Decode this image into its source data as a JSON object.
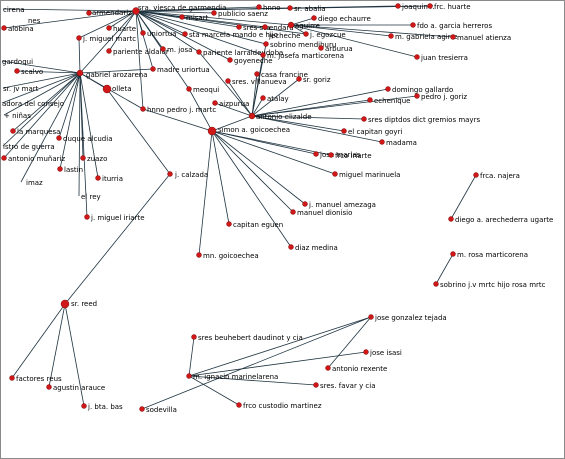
{
  "graph": {
    "node_color": "#d01818",
    "edge_color": "#1f3440",
    "nodes": [
      {
        "id": "armendariz",
        "label": "armendariz"
      },
      {
        "id": "sra_viesca",
        "label": "sra. viesca de garmendia"
      },
      {
        "id": "publicio_saenz",
        "label": "publicio saenz"
      },
      {
        "id": "hnno",
        "label": "hnno"
      },
      {
        "id": "abalia",
        "label": "sr. abalia"
      },
      {
        "id": "joaquin",
        "label": "joaquin r."
      },
      {
        "id": "frc_huarte",
        "label": "frc. huarte"
      },
      {
        "id": "nes",
        "label": "nes"
      },
      {
        "id": "alobina",
        "label": "alobina"
      },
      {
        "id": "cirena",
        "label": "cirena"
      },
      {
        "id": "misart",
        "label": "misart"
      },
      {
        "id": "sres_sta",
        "label": "sres sta"
      },
      {
        "id": "endara",
        "label": "endara"
      },
      {
        "id": "aguirre",
        "label": "aguirre"
      },
      {
        "id": "diego_echaurre",
        "label": "diego echaurre"
      },
      {
        "id": "fdo_garcia",
        "label": "fdo a. garcia herreros"
      },
      {
        "id": "huarte",
        "label": "huarte"
      },
      {
        "id": "j_miguel_martc",
        "label": "j. miguel martc"
      },
      {
        "id": "uniortua",
        "label": "uniortua"
      },
      {
        "id": "marcela",
        "label": "sta marcela mando e hijo"
      },
      {
        "id": "jecheche",
        "label": "jecheche"
      },
      {
        "id": "j_egozcue",
        "label": "j. egozcue"
      },
      {
        "id": "m_gabriela",
        "label": "m. gabriela agirre"
      },
      {
        "id": "manuel_atienza",
        "label": "manuel atienza"
      },
      {
        "id": "pariente_aldalur",
        "label": "pariente aldalur"
      },
      {
        "id": "m_josa",
        "label": "m. josa"
      },
      {
        "id": "pariente_larraldeudoba",
        "label": "pariente larraldeudoba"
      },
      {
        "id": "sobrino_mendiburu",
        "label": "sobrino mendiburu"
      },
      {
        "id": "arburua",
        "label": "arburua"
      },
      {
        "id": "m_josefa",
        "label": "m. josefa marticorena"
      },
      {
        "id": "juan_tresierra",
        "label": "juan tresierra"
      },
      {
        "id": "goyeneche",
        "label": "goyeneche"
      },
      {
        "id": "gardoqui",
        "label": "gardoqui"
      },
      {
        "id": "scalvo",
        "label": "scalvo"
      },
      {
        "id": "gabriel_arozarena",
        "label": "gabriel arozarena"
      },
      {
        "id": "madre_uriortua",
        "label": "madre uriortua"
      },
      {
        "id": "casa_francine",
        "label": "casa francine"
      },
      {
        "id": "sr_goriz",
        "label": "sr. goriz"
      },
      {
        "id": "domingo_gallardo",
        "label": "domingo gallardo"
      },
      {
        "id": "pedro_goriz",
        "label": "pedro j. goriz"
      },
      {
        "id": "sr_jv_mart",
        "label": "sr. jv mart"
      },
      {
        "id": "olleta",
        "label": "olleta"
      },
      {
        "id": "sres_villanueva",
        "label": "sres. villanueva"
      },
      {
        "id": "echenique",
        "label": "echenique"
      },
      {
        "id": "meoqui",
        "label": "meoqui"
      },
      {
        "id": "ador_consejo",
        "label": "adora del consejo"
      },
      {
        "id": "ninas",
        "label": "+ niñas"
      },
      {
        "id": "hnno_pedro",
        "label": "hnno pedro j. martc"
      },
      {
        "id": "aizpurua",
        "label": "aizpurua"
      },
      {
        "id": "atalay",
        "label": "atalay"
      },
      {
        "id": "antonio_elizalde",
        "label": "antonio elizalde"
      },
      {
        "id": "sres_diptdos",
        "label": "sres diptdos dict gremios mayrs"
      },
      {
        "id": "la_marquesa",
        "label": "la marquesa"
      },
      {
        "id": "duque_alcudia",
        "label": "duque alcudia"
      },
      {
        "id": "simon",
        "label": "simon a. goicoechea"
      },
      {
        "id": "el_capitan_goyri",
        "label": "el capitan goyri"
      },
      {
        "id": "stro_guerra",
        "label": "istro de guerra"
      },
      {
        "id": "madama",
        "label": "madama"
      },
      {
        "id": "antonio_munariz",
        "label": "antonio muñariz"
      },
      {
        "id": "zuazo",
        "label": "zuazo"
      },
      {
        "id": "jose_marias",
        "label": "jose marias"
      },
      {
        "id": "frco_iriarte",
        "label": "frco iriarte"
      },
      {
        "id": "lastin",
        "label": "lastin"
      },
      {
        "id": "miguel_marinuela",
        "label": "miguel marinuela"
      },
      {
        "id": "imaz",
        "label": "imaz"
      },
      {
        "id": "iturria",
        "label": "iturria"
      },
      {
        "id": "j_calzada",
        "label": "j. calzada"
      },
      {
        "id": "frca_najera",
        "label": "frca. najera"
      },
      {
        "id": "el_rey",
        "label": "el rey"
      },
      {
        "id": "j_manuel_amezaga",
        "label": "j. manuel amezaga"
      },
      {
        "id": "manuel_dionisio",
        "label": "manuel dionisio"
      },
      {
        "id": "j_miguel_iriarte",
        "label": "j. miguel iriarte"
      },
      {
        "id": "diego_arechederra",
        "label": "diego a. arechederra ugarte"
      },
      {
        "id": "capitan_eguen",
        "label": "capitan eguen"
      },
      {
        "id": "diaz_medina",
        "label": "diaz medina"
      },
      {
        "id": "mn_goicoechea",
        "label": "mn. goicoechea"
      },
      {
        "id": "m_rosa",
        "label": "m. rosa marticorena"
      },
      {
        "id": "sobrino_jv",
        "label": "sobrino j.v mrtc hijo rosa mrtc"
      },
      {
        "id": "sr_reed",
        "label": "sr. reed"
      },
      {
        "id": "jose_gonzalez",
        "label": "jose gonzalez tejada"
      },
      {
        "id": "sres_beuhebert",
        "label": "sres beuhebert daudinot y cia"
      },
      {
        "id": "jose_isasi",
        "label": "jose isasi"
      },
      {
        "id": "antonio_rexente",
        "label": "antonio rexente"
      },
      {
        "id": "m_ignacio",
        "label": "m. ignacio marinelarena"
      },
      {
        "id": "factores_reus",
        "label": "factores reus"
      },
      {
        "id": "sres_favar",
        "label": "sres. favar y cia"
      },
      {
        "id": "agustin_arauce",
        "label": "agustin arauce"
      },
      {
        "id": "j_bta_bas",
        "label": "j. bta. bas"
      },
      {
        "id": "sodevilla",
        "label": "sodevilla"
      },
      {
        "id": "frco_custodio",
        "label": "frco custodio martinez"
      }
    ],
    "edges": [
      [
        "sra_viesca",
        "armendariz"
      ],
      [
        "sra_viesca",
        "publicio_saenz"
      ],
      [
        "sra_viesca",
        "hnno"
      ],
      [
        "sra_viesca",
        "abalia"
      ],
      [
        "sra_viesca",
        "joaquin"
      ],
      [
        "sra_viesca",
        "misart"
      ],
      [
        "sra_viesca",
        "huarte"
      ],
      [
        "sra_viesca",
        "j_miguel_martc"
      ],
      [
        "sra_viesca",
        "uniortua"
      ],
      [
        "sra_viesca",
        "marcela"
      ],
      [
        "sra_viesca",
        "pariente_aldalur"
      ],
      [
        "sra_viesca",
        "m_josa"
      ],
      [
        "sra_viesca",
        "pariente_larraldeudoba"
      ],
      [
        "sra_viesca",
        "goyeneche"
      ],
      [
        "sra_viesca",
        "sres_sta"
      ],
      [
        "sra_viesca",
        "madre_uriortua"
      ],
      [
        "sra_viesca",
        "meoqui"
      ],
      [
        "sra_viesca",
        "hnno_pedro"
      ],
      [
        "sra_viesca",
        "alobina"
      ],
      [
        "sra_viesca",
        "cirena"
      ],
      [
        "sra_viesca",
        "sobrino_mendiburu"
      ],
      [
        "sra_viesca",
        "m_josefa"
      ],
      [
        "sra_viesca",
        "aguirre"
      ],
      [
        "sra_viesca",
        "j_egozcue"
      ],
      [
        "sra_viesca",
        "endara"
      ],
      [
        "sra_viesca",
        "frc_huarte"
      ],
      [
        "sra_viesca",
        "gabriel_arozarena"
      ],
      [
        "aguirre",
        "diego_echaurre"
      ],
      [
        "aguirre",
        "fdo_garcia"
      ],
      [
        "aguirre",
        "m_gabriela"
      ],
      [
        "aguirre",
        "manuel_atienza"
      ],
      [
        "aguirre",
        "juan_tresierra"
      ],
      [
        "aguirre",
        "j_egozcue"
      ],
      [
        "gabriel_arozarena",
        "scalvo"
      ],
      [
        "gabriel_arozarena",
        "gardoqui"
      ],
      [
        "gabriel_arozarena",
        "sr_jv_mart"
      ],
      [
        "gabriel_arozarena",
        "ador_consejo"
      ],
      [
        "gabriel_arozarena",
        "ninas"
      ],
      [
        "gabriel_arozarena",
        "la_marquesa"
      ],
      [
        "gabriel_arozarena",
        "duque_alcudia"
      ],
      [
        "gabriel_arozarena",
        "stro_guerra"
      ],
      [
        "gabriel_arozarena",
        "antonio_munariz"
      ],
      [
        "gabriel_arozarena",
        "zuazo"
      ],
      [
        "gabriel_arozarena",
        "lastin"
      ],
      [
        "gabriel_arozarena",
        "imaz"
      ],
      [
        "gabriel_arozarena",
        "iturria"
      ],
      [
        "gabriel_arozarena",
        "el_rey"
      ],
      [
        "gabriel_arozarena",
        "j_miguel_iriarte"
      ],
      [
        "gabriel_arozarena",
        "olleta"
      ],
      [
        "gabriel_arozarena",
        "j_miguel_martc"
      ],
      [
        "gabriel_arozarena",
        "hnno_pedro"
      ],
      [
        "gabriel_arozarena",
        "madre_uriortua"
      ],
      [
        "olleta",
        "j_calzada"
      ],
      [
        "antonio_elizalde",
        "casa_francine"
      ],
      [
        "antonio_elizalde",
        "sr_goriz"
      ],
      [
        "antonio_elizalde",
        "domingo_gallardo"
      ],
      [
        "antonio_elizalde",
        "pedro_goriz"
      ],
      [
        "antonio_elizalde",
        "echenique"
      ],
      [
        "antonio_elizalde",
        "sres_diptdos"
      ],
      [
        "antonio_elizalde",
        "el_capitan_goyri"
      ],
      [
        "antonio_elizalde",
        "madama"
      ],
      [
        "antonio_elizalde",
        "atalay"
      ],
      [
        "antonio_elizalde",
        "aizpurua"
      ],
      [
        "antonio_elizalde",
        "sres_villanueva"
      ],
      [
        "antonio_elizalde",
        "simon"
      ],
      [
        "antonio_elizalde",
        "m_josefa"
      ],
      [
        "antonio_elizalde",
        "sobrino_mendiburu"
      ],
      [
        "antonio_elizalde",
        "pariente_larraldeudoba"
      ],
      [
        "simon",
        "jose_marias"
      ],
      [
        "simon",
        "frco_iriarte"
      ],
      [
        "simon",
        "miguel_marinuela"
      ],
      [
        "simon",
        "j_manuel_amezaga"
      ],
      [
        "simon",
        "manuel_dionisio"
      ],
      [
        "simon",
        "capitan_eguen"
      ],
      [
        "simon",
        "diaz_medina"
      ],
      [
        "simon",
        "mn_goicoechea"
      ],
      [
        "simon",
        "hnno_pedro"
      ],
      [
        "simon",
        "meoqui"
      ],
      [
        "j_calzada",
        "sr_reed"
      ],
      [
        "frca_najera",
        "diego_arechederra"
      ],
      [
        "m_rosa",
        "sobrino_jv"
      ],
      [
        "sr_reed",
        "factores_reus"
      ],
      [
        "sr_reed",
        "agustin_arauce"
      ],
      [
        "sr_reed",
        "j_bta_bas"
      ],
      [
        "jose_gonzalez",
        "antonio_rexente"
      ],
      [
        "jose_gonzalez",
        "m_ignacio"
      ],
      [
        "jose_gonzalez",
        "sodevilla"
      ],
      [
        "jose_isasi",
        "m_ignacio"
      ],
      [
        "sres_favar",
        "m_ignacio"
      ],
      [
        "frco_custodio",
        "m_ignacio"
      ],
      [
        "sres_beuhebert",
        "m_ignacio"
      ]
    ]
  }
}
